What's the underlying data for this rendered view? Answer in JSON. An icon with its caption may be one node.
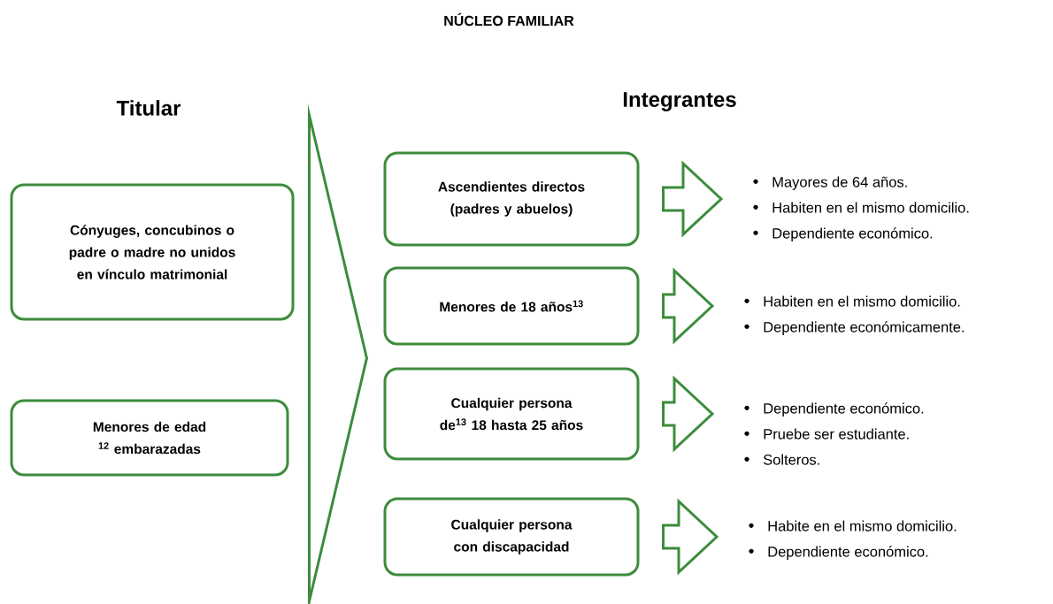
{
  "diagram": {
    "title": "NÚCLEO FAMILIAR",
    "nodes": [
      {
        "text": [
          "Cónyuges, concubinos o padre o madre no unidos en vínculo matrimonial"
        ]
      },
      {
        "text": [
          "Menores de edad $^{12}$ embarazadas"
        ]
      },
      {
        "text": [
          "Ascendientes directos (padres y abuelos)"
        ]
      },
      {
        "text": [
          "Menores de 18 años$^{13}$"
        ]
      },
      {
        "text": [
          "Cualquier persona de$^{13}$ 18 hasta 25 años"
        ]
      },
      {
        "text": [
          "Cualquier persona con discapacidad"
        ]
      },
      {
        "text": [
          "Mayores de 64 años.",
          "Habiten en el mismo domicilio.",
          "Dependiente económico."
        ]
      },
      {
        "text": [
          "Habiten en el mismo domicilio.",
          "Dependiente  económicamente."
        ]
      },
      {
        "text": [
          "Dependiente económico.",
          "Pruebe ser estudiante.",
          "Solteros."
        ]
      },
      {
        "text": [
          "Habite en el mismo domicilio.",
          "Dependiente económico."
        ]
      },
      {
        "text": [],
        "shape": "triangle"
      }
    ],
    "edges": [
      {
        "from": 2,
        "to": 6,
        "arrow": "to"
      },
      {
        "from": 3,
        "to": 7,
        "arrow": "to"
      },
      {
        "from": 4,
        "to": 8,
        "arrow": "to"
      },
      {
        "from": 5,
        "to": 9,
        "arrow": "to"
      }
    ],
    "labels": [
      "Titular",
      "Integrantes"
    ]
  }
}
